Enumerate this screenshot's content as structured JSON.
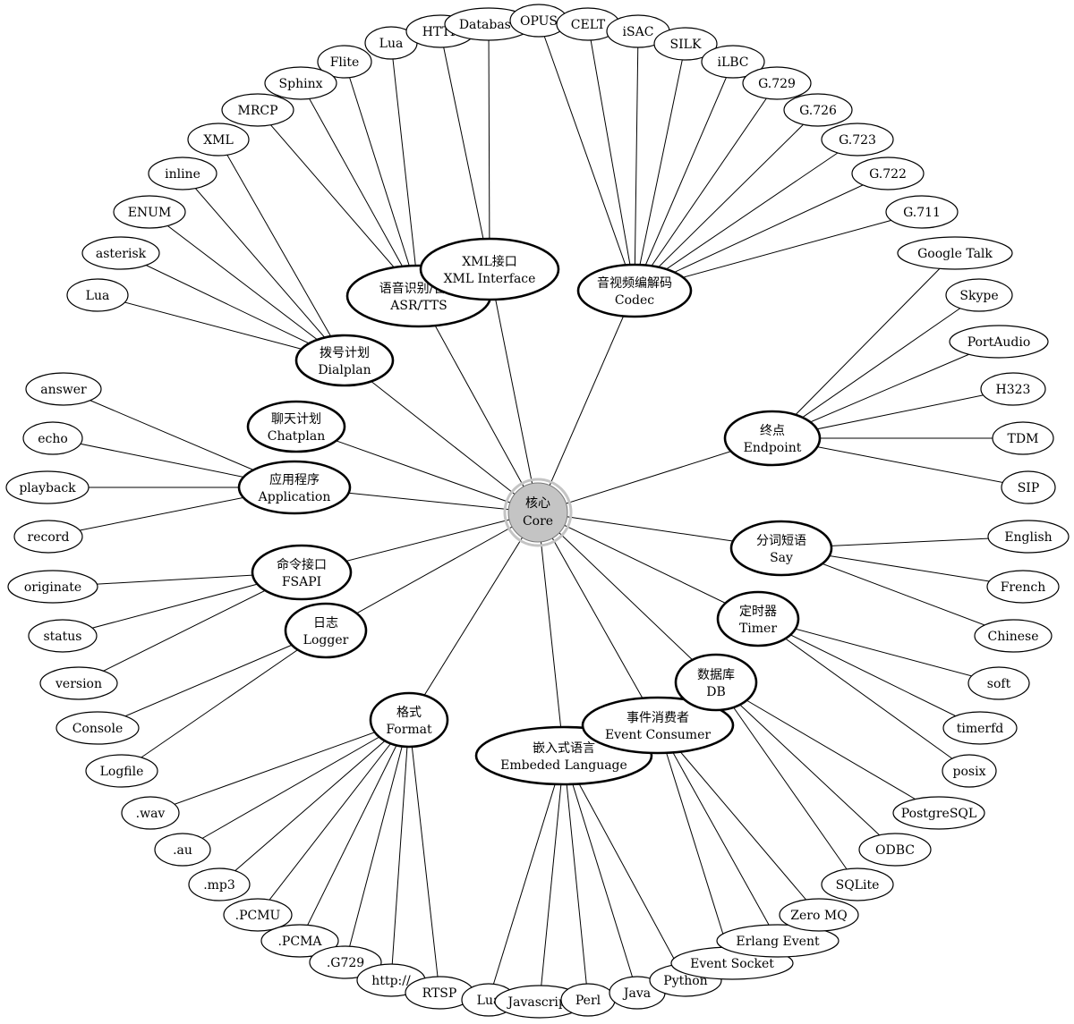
{
  "core": {
    "zh": "核心",
    "en": "Core"
  },
  "categories": [
    {
      "id": "asr",
      "zh": "语音识别/合成",
      "en": "ASR/TTS",
      "leaves": [
        "Lua",
        "Flite",
        "Sphinx",
        "MRCP"
      ]
    },
    {
      "id": "xml",
      "zh": "XML接口",
      "en": "XML Interface",
      "leaves": [
        "HTTP",
        "Database"
      ]
    },
    {
      "id": "codec",
      "zh": "音视频编解码",
      "en": "Codec",
      "leaves": [
        "OPUS",
        "CELT",
        "iSAC",
        "SILK",
        "iLBC",
        "G.729",
        "G.726",
        "G.723",
        "G.722",
        "G.711"
      ]
    },
    {
      "id": "dialplan",
      "zh": "拨号计划",
      "en": "Dialplan",
      "leaves": [
        "XML",
        "inline",
        "ENUM",
        "asterisk",
        "Lua"
      ]
    },
    {
      "id": "chatplan",
      "zh": "聊天计划",
      "en": "Chatplan",
      "leaves": []
    },
    {
      "id": "application",
      "zh": "应用程序",
      "en": "Application",
      "leaves": [
        "answer",
        "echo",
        "playback",
        "record"
      ]
    },
    {
      "id": "fsapi",
      "zh": "命令接口",
      "en": "FSAPI",
      "leaves": [
        "originate",
        "status",
        "version"
      ]
    },
    {
      "id": "logger",
      "zh": "日志",
      "en": "Logger",
      "leaves": [
        "Console",
        "Logfile"
      ]
    },
    {
      "id": "format",
      "zh": "格式",
      "en": "Format",
      "leaves": [
        ".wav",
        ".au",
        ".mp3",
        ".PCMU",
        ".PCMA",
        ".G729",
        "http://",
        "RTSP"
      ]
    },
    {
      "id": "embedded",
      "zh": "嵌入式语言",
      "en": "Embeded Language",
      "leaves": [
        "Lua",
        "Javascript",
        "Perl",
        "Java",
        "Python"
      ]
    },
    {
      "id": "event",
      "zh": "事件消费者",
      "en": "Event Consumer",
      "leaves": [
        "Event Socket",
        "Erlang Event",
        "Zero MQ"
      ]
    },
    {
      "id": "db",
      "zh": "数据库",
      "en": "DB",
      "leaves": [
        "SQLite",
        "ODBC",
        "PostgreSQL"
      ]
    },
    {
      "id": "timer",
      "zh": "定时器",
      "en": "Timer",
      "leaves": [
        "posix",
        "timerfd",
        "soft"
      ]
    },
    {
      "id": "say",
      "zh": "分词短语",
      "en": "Say",
      "leaves": [
        "Chinese",
        "French",
        "English"
      ]
    },
    {
      "id": "endpoint",
      "zh": "终点",
      "en": "Endpoint",
      "leaves": [
        "Google Talk",
        "Skype",
        "PortAudio",
        "H323",
        "TDM",
        "SIP"
      ]
    }
  ]
}
